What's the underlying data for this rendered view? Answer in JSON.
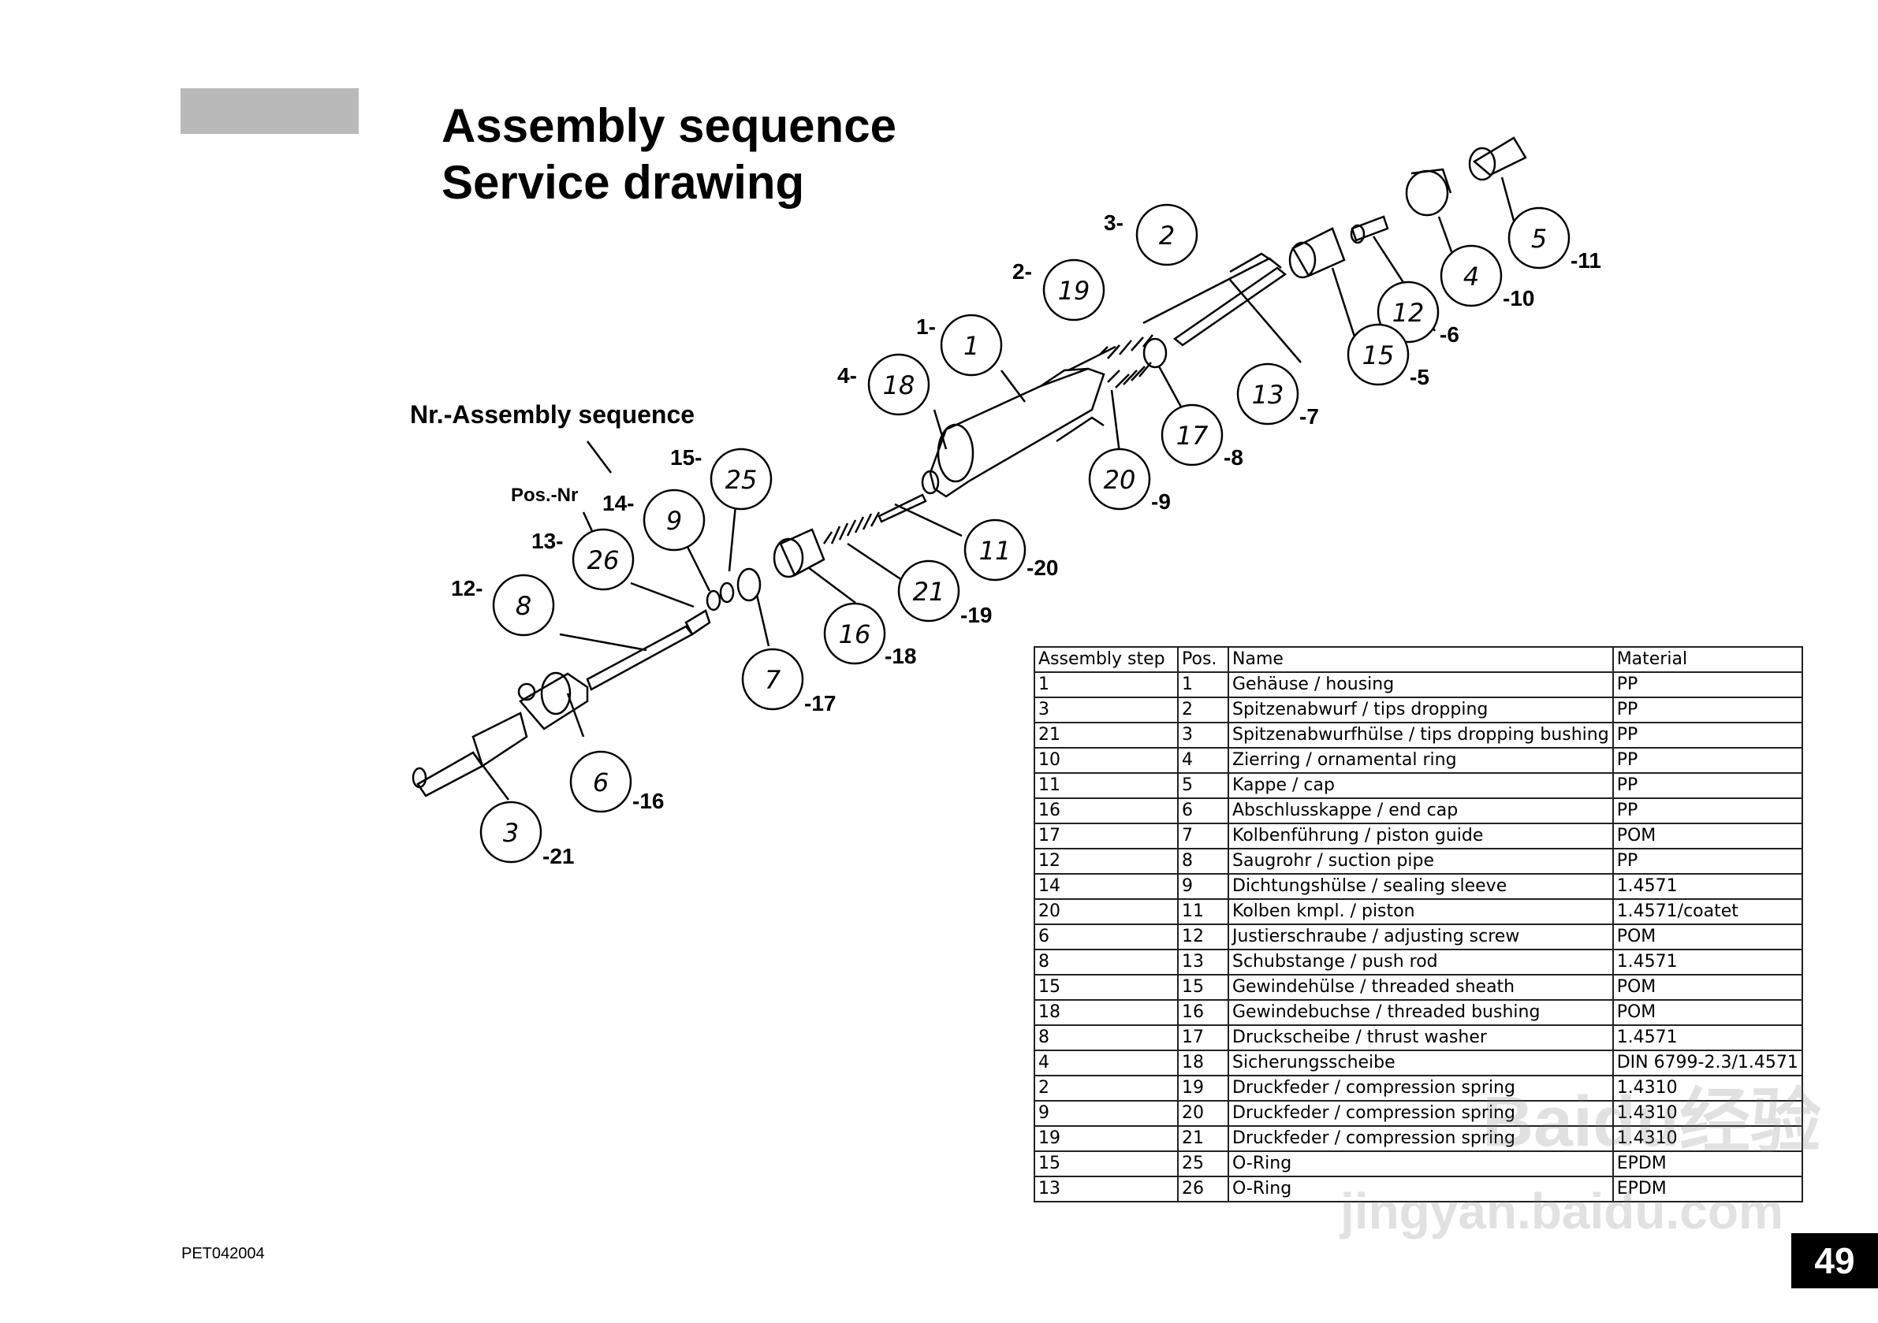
{
  "header": {
    "title_line1": "Assembly sequence",
    "title_line2": "Service drawing"
  },
  "legend": {
    "sequence_label": "Nr.-Assembly sequence",
    "pos_label": "Pos.-Nr"
  },
  "callouts": [
    {
      "pos": "5",
      "step": "-11"
    },
    {
      "pos": "4",
      "step": "-10"
    },
    {
      "pos": "2",
      "step": "3-"
    },
    {
      "pos": "12",
      "step": "-6"
    },
    {
      "pos": "15",
      "step": "-5"
    },
    {
      "pos": "19",
      "step": "2-"
    },
    {
      "pos": "13",
      "step": "-7"
    },
    {
      "pos": "1",
      "step": "1-"
    },
    {
      "pos": "18",
      "step": "4-"
    },
    {
      "pos": "17",
      "step": "-8"
    },
    {
      "pos": "20",
      "step": "-9"
    },
    {
      "pos": "25",
      "step": "15-"
    },
    {
      "pos": "9",
      "step": "14-"
    },
    {
      "pos": "26",
      "step": "13-"
    },
    {
      "pos": "11",
      "step": "-20"
    },
    {
      "pos": "21",
      "step": "-19"
    },
    {
      "pos": "8",
      "step": "12-"
    },
    {
      "pos": "16",
      "step": "-18"
    },
    {
      "pos": "7",
      "step": "-17"
    },
    {
      "pos": "6",
      "step": "-16"
    },
    {
      "pos": "3",
      "step": "-21"
    }
  ],
  "table": {
    "headers": [
      "Assembly step",
      "Pos.",
      "Name",
      "Material"
    ],
    "rows": [
      [
        "1",
        "1",
        "Gehäuse / housing",
        "PP"
      ],
      [
        "3",
        "2",
        "Spitzenabwurf / tips dropping",
        "PP"
      ],
      [
        "21",
        "3",
        "Spitzenabwurfhülse / tips dropping bushing",
        "PP"
      ],
      [
        "10",
        "4",
        "Zierring / ornamental ring",
        "PP"
      ],
      [
        "11",
        "5",
        "Kappe / cap",
        "PP"
      ],
      [
        "16",
        "6",
        "Abschlusskappe / end cap",
        "PP"
      ],
      [
        "17",
        "7",
        "Kolbenführung / piston guide",
        "POM"
      ],
      [
        "12",
        "8",
        "Saugrohr / suction pipe",
        "PP"
      ],
      [
        "14",
        "9",
        "Dichtungshülse / sealing sleeve",
        "1.4571"
      ],
      [
        "20",
        "11",
        "Kolben kmpl. / piston",
        "1.4571/coatet"
      ],
      [
        "6",
        "12",
        "Justierschraube / adjusting screw",
        "POM"
      ],
      [
        "8",
        "13",
        "Schubstange / push rod",
        "1.4571"
      ],
      [
        "15",
        "15",
        "Gewindehülse / threaded sheath",
        "POM"
      ],
      [
        "18",
        "16",
        "Gewindebuchse / threaded bushing",
        "POM"
      ],
      [
        "8",
        "17",
        "Druckscheibe / thrust washer",
        "1.4571"
      ],
      [
        "4",
        "18",
        "Sicherungsscheibe",
        "DIN 6799-2.3/1.4571"
      ],
      [
        "2",
        "19",
        "Druckfeder / compression spring",
        "1.4310"
      ],
      [
        "9",
        "20",
        "Druckfeder / compression spring",
        "1.4310"
      ],
      [
        "19",
        "21",
        "Druckfeder / compression spring",
        "1.4310"
      ],
      [
        "15",
        "25",
        "O-Ring",
        "EPDM"
      ],
      [
        "13",
        "26",
        "O-Ring",
        "EPDM"
      ]
    ]
  },
  "footer": {
    "doc_code": "PET042004",
    "page_number": "49"
  },
  "watermark": {
    "line1": "Baidu经验",
    "line2": "jingyan.baidu.com"
  }
}
